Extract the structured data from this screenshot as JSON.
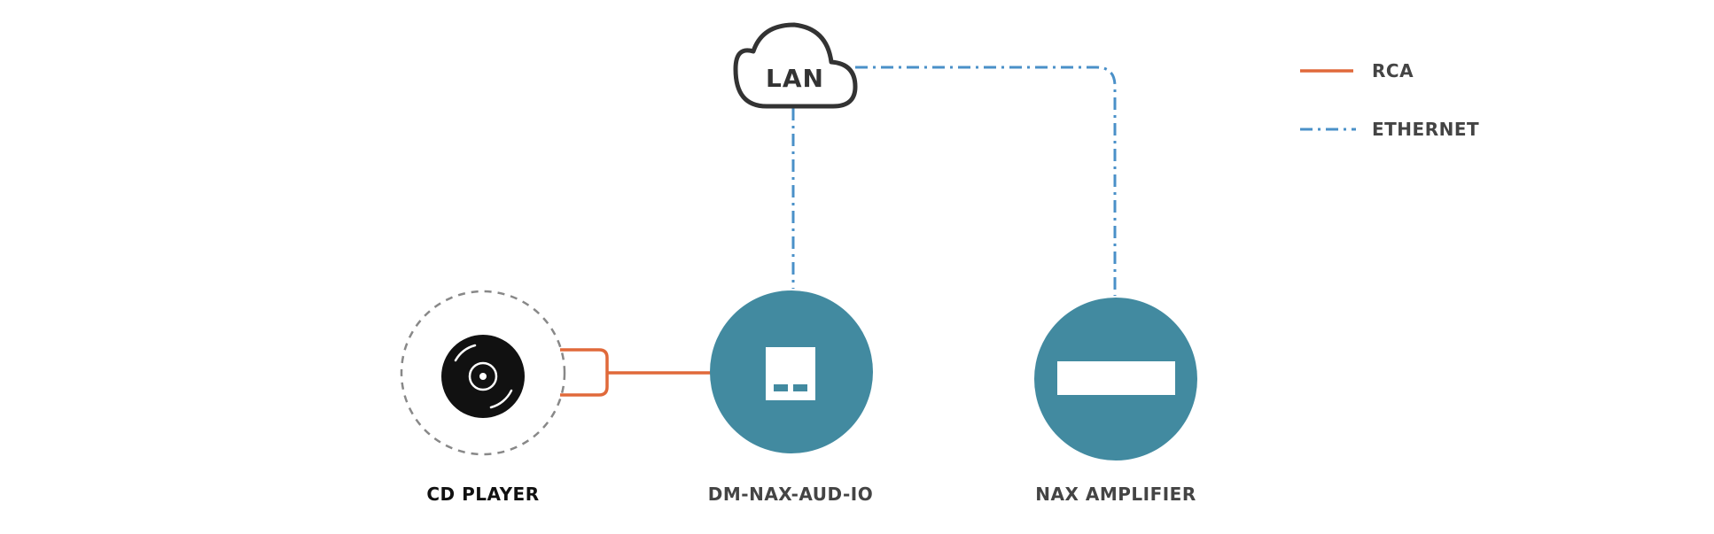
{
  "colors": {
    "rca": "#e0693a",
    "ethernet": "#4a90c8",
    "device": "#428aa0",
    "text_dark": "#111111",
    "text_gray": "#444444",
    "cloud_stroke": "#333333"
  },
  "network": {
    "cloud_label": "LAN",
    "cloud_icon": "cloud-icon"
  },
  "devices": {
    "cd_player": {
      "label": "CD PLAYER",
      "icon": "disc-icon"
    },
    "dm_nax": {
      "label": "DM-NAX-AUD-IO",
      "icon": "audio-io-icon"
    },
    "nax_amp": {
      "label": "NAX AMPLIFIER",
      "icon": "amplifier-icon"
    }
  },
  "legend": {
    "items": [
      {
        "label": "RCA",
        "style": "solid",
        "color": "#e0693a"
      },
      {
        "label": "ETHERNET",
        "style": "dash-dot",
        "color": "#4a90c8"
      }
    ]
  }
}
